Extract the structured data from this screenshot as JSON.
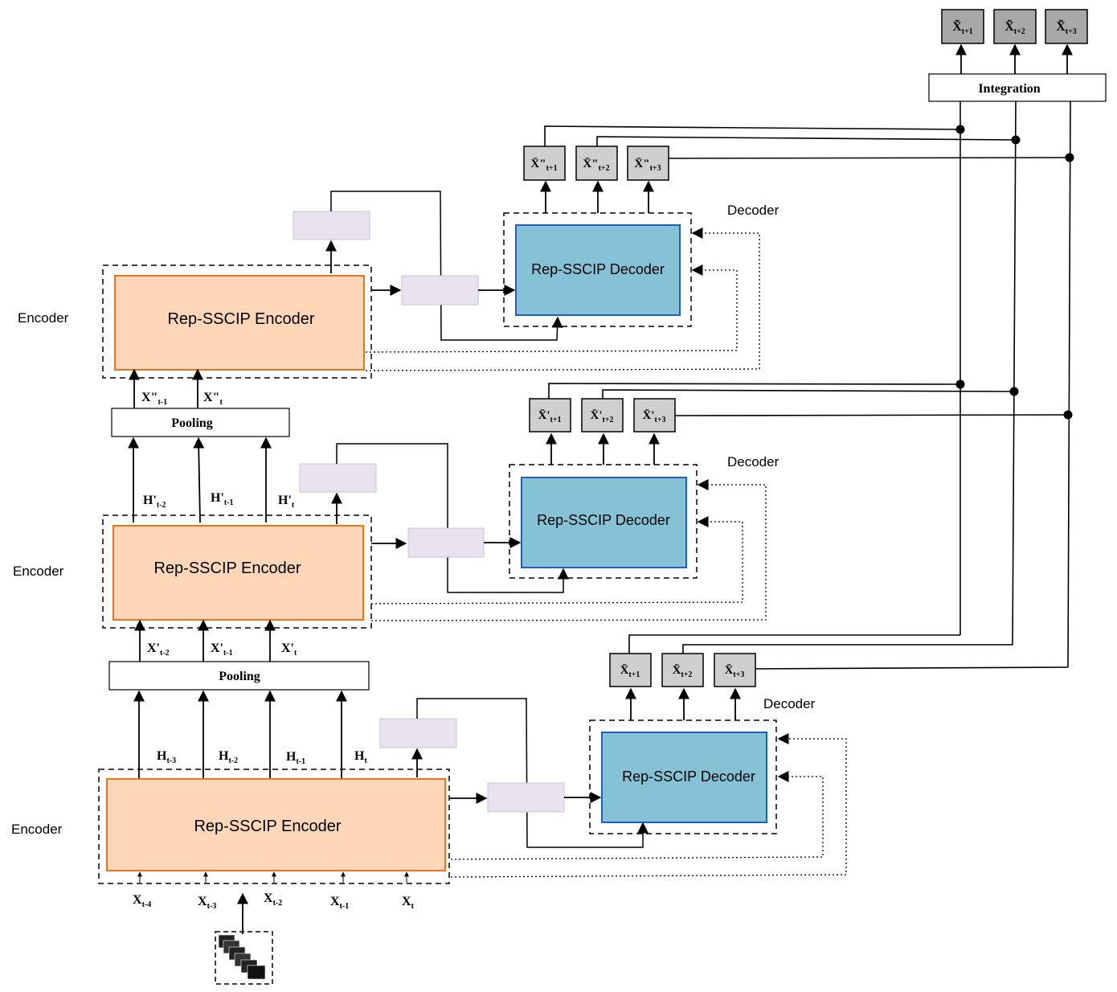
{
  "colors": {
    "encoder_fill": "#fdd7b8",
    "encoder_stroke": "#e8741e",
    "decoder_fill": "#86c2d6",
    "decoder_stroke": "#1f5fc4",
    "placeholder_fill": "#e8e3ef",
    "placeholder_stroke": "#c9c2d8",
    "output_fill": "#cfcfcf",
    "final_output_fill": "#a8a8a8"
  },
  "integration": {
    "label": "Integration",
    "outputs": [
      {
        "base": "X̃",
        "sub": "t+1"
      },
      {
        "base": "X̃",
        "sub": "t+2"
      },
      {
        "base": "X̃",
        "sub": "t+3"
      }
    ]
  },
  "levels": [
    {
      "encoder_side_label": "Encoder",
      "encoder_title": "Rep-SSCIP Encoder",
      "decoder_side_label": "Decoder",
      "decoder_title": "Rep-SSCIP Decoder",
      "inputs": [
        {
          "base": "X",
          "sub": "t-4"
        },
        {
          "base": "X",
          "sub": "t-3"
        },
        {
          "base": "X",
          "sub": "t-2"
        },
        {
          "base": "X",
          "sub": "t-1"
        },
        {
          "base": "X",
          "sub": "t"
        }
      ],
      "hidden": [
        {
          "base": "H",
          "sub": "t-3"
        },
        {
          "base": "H",
          "sub": "t-2"
        },
        {
          "base": "H",
          "sub": "t-1"
        },
        {
          "base": "H",
          "sub": "t"
        }
      ],
      "outputs": [
        {
          "base": "X̄",
          "sub": "t+1"
        },
        {
          "base": "X̄",
          "sub": "t+2"
        },
        {
          "base": "X̄",
          "sub": "t+3"
        }
      ]
    },
    {
      "encoder_side_label": "Encoder",
      "encoder_title": "Rep-SSCIP Encoder",
      "decoder_side_label": "Decoder",
      "decoder_title": "Rep-SSCIP Decoder",
      "pooling_label": "Pooling",
      "inputs": [
        {
          "base": "X'",
          "sub": "t-2"
        },
        {
          "base": "X'",
          "sub": "t-1"
        },
        {
          "base": "X'",
          "sub": "t"
        }
      ],
      "hidden": [
        {
          "base": "H'",
          "sub": "t-2"
        },
        {
          "base": "H'",
          "sub": "t-1"
        },
        {
          "base": "H'",
          "sub": "t"
        }
      ],
      "outputs": [
        {
          "base": "X̄'",
          "sub": "t+1"
        },
        {
          "base": "X̄'",
          "sub": "t+2"
        },
        {
          "base": "X̄'",
          "sub": "t+3"
        }
      ]
    },
    {
      "encoder_side_label": "Encoder",
      "encoder_title": "Rep-SSCIP Encoder",
      "decoder_side_label": "Decoder",
      "decoder_title": "Rep-SSCIP Decoder",
      "pooling_label": "Pooling",
      "inputs": [
        {
          "base": "X\"",
          "sub": "t-1"
        },
        {
          "base": "X\"",
          "sub": "t"
        }
      ],
      "outputs": [
        {
          "base": "X̄\"",
          "sub": "t+1"
        },
        {
          "base": "X̄\"",
          "sub": "t+2"
        },
        {
          "base": "X̄\"",
          "sub": "t+3"
        }
      ]
    }
  ]
}
